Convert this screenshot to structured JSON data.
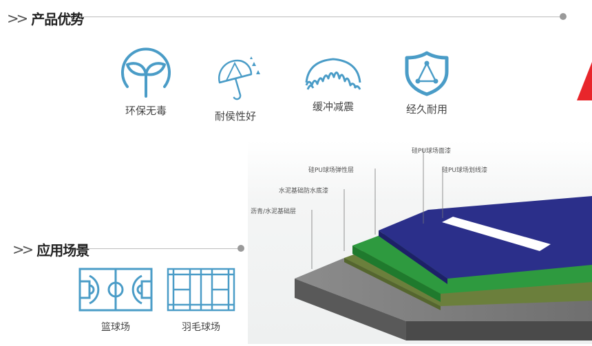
{
  "advantages": {
    "heading": "产品优势",
    "items": [
      {
        "label": "环保无毒",
        "icon": "eco-leaf-icon"
      },
      {
        "label": "耐侯性好",
        "icon": "umbrella-weather-icon"
      },
      {
        "label": "缓冲减震",
        "icon": "spring-shock-icon"
      },
      {
        "label": "经久耐用",
        "icon": "shield-durable-icon"
      }
    ]
  },
  "applications": {
    "heading": "应用场景",
    "items": [
      {
        "label": "篮球场",
        "icon": "basketball-court-icon"
      },
      {
        "label": "羽毛球场",
        "icon": "badminton-court-icon"
      }
    ]
  },
  "diagram": {
    "layers": [
      "硅PU球场面漆",
      "硅PU球场划线漆",
      "硅PU球场弹性层",
      "水泥基础防水底漆",
      "沥青/水泥基础层"
    ]
  },
  "colors": {
    "icon_blue": "#4a9cc7",
    "accent_red": "#e8262b",
    "top_coat": "#2b2f8a",
    "elastic_layer": "#2e8b3a",
    "base_gray": "#8a8a8a"
  }
}
